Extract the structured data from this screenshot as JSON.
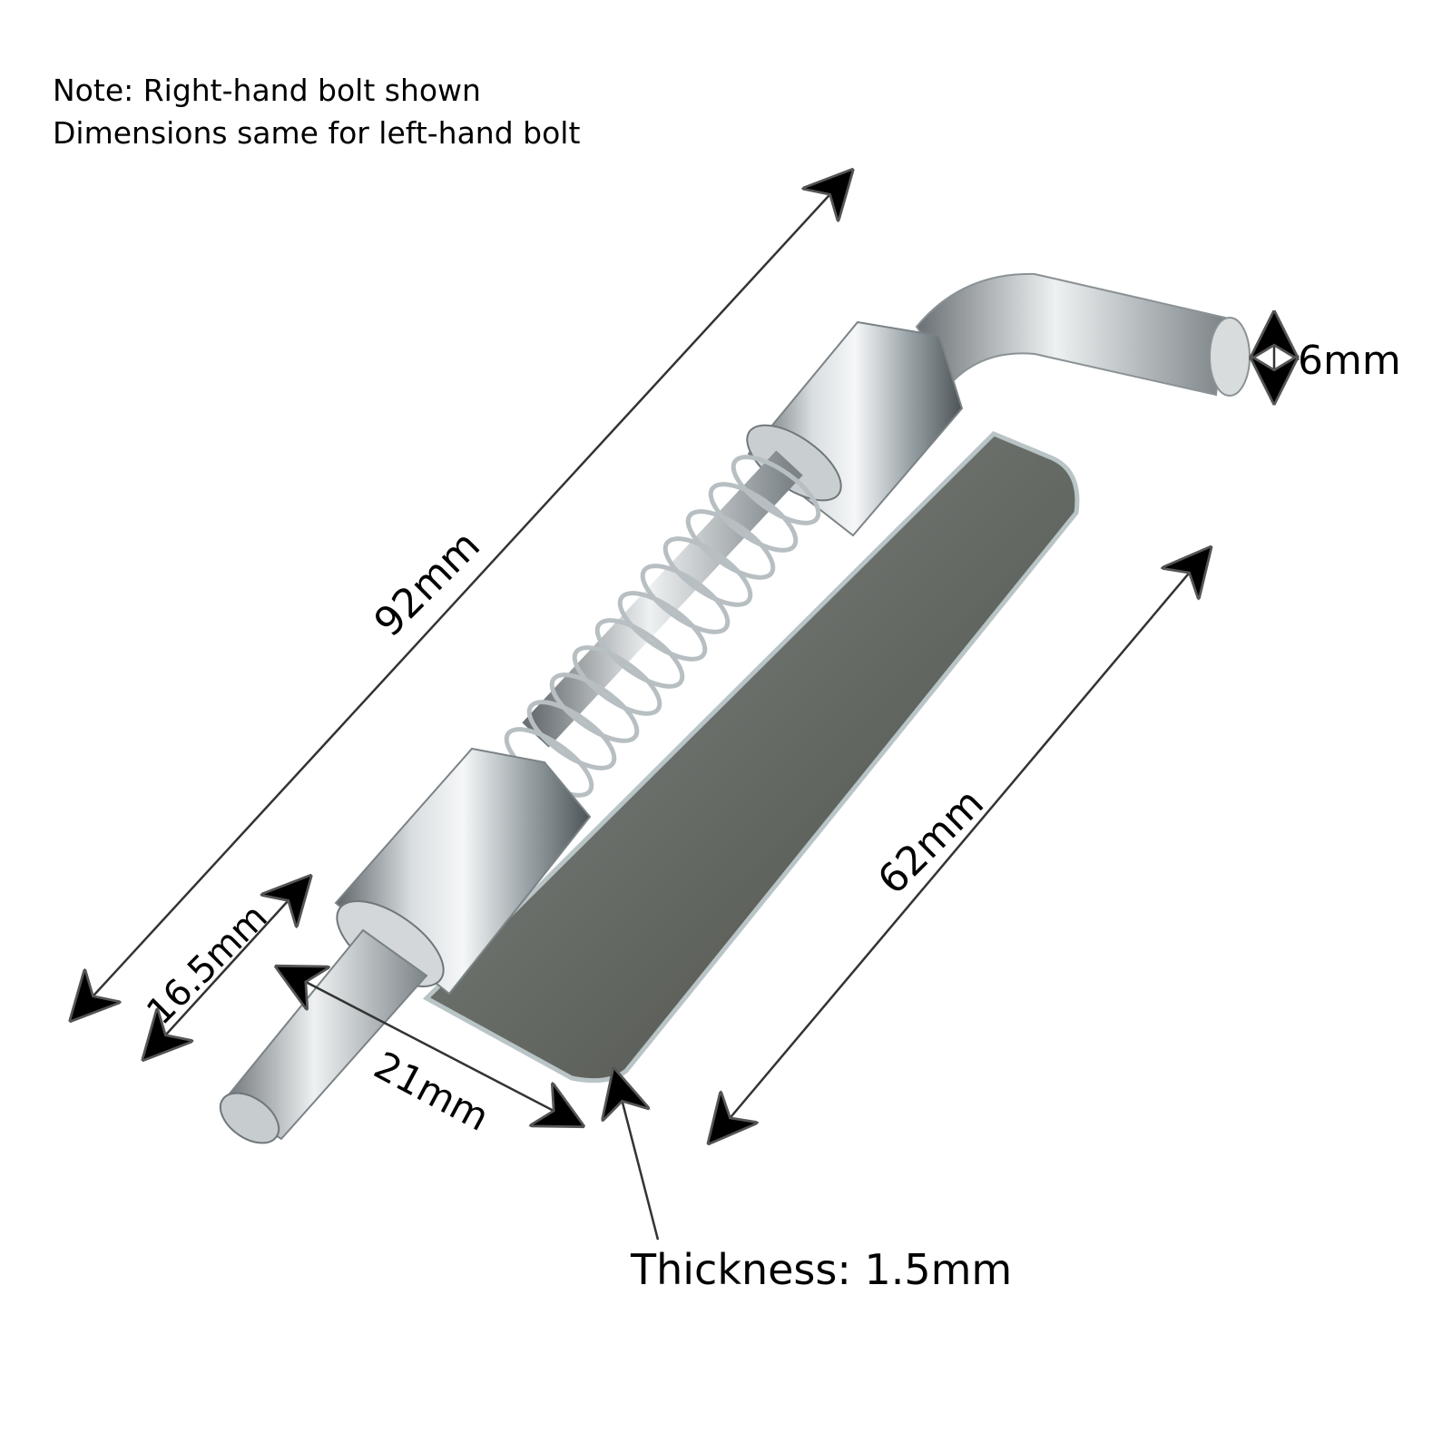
{
  "notes": {
    "line1": "Note: Right-hand bolt shown",
    "line2": "Dimensions same for left-hand bolt"
  },
  "dimensions": {
    "overall_length": "92mm",
    "plate_length": "62mm",
    "pin_extension": "16.5mm",
    "plate_width": "21mm",
    "pin_diameter": "6mm",
    "thickness": "Thickness: 1.5mm"
  },
  "colors": {
    "background": "#ffffff",
    "text": "#000000",
    "dimension_line": "#333333",
    "arrowhead": "#000000",
    "metal_light": "#e4e8ea",
    "metal_mid": "#a9b2b6",
    "metal_dark": "#5e6468",
    "plate": "#6f726a"
  }
}
